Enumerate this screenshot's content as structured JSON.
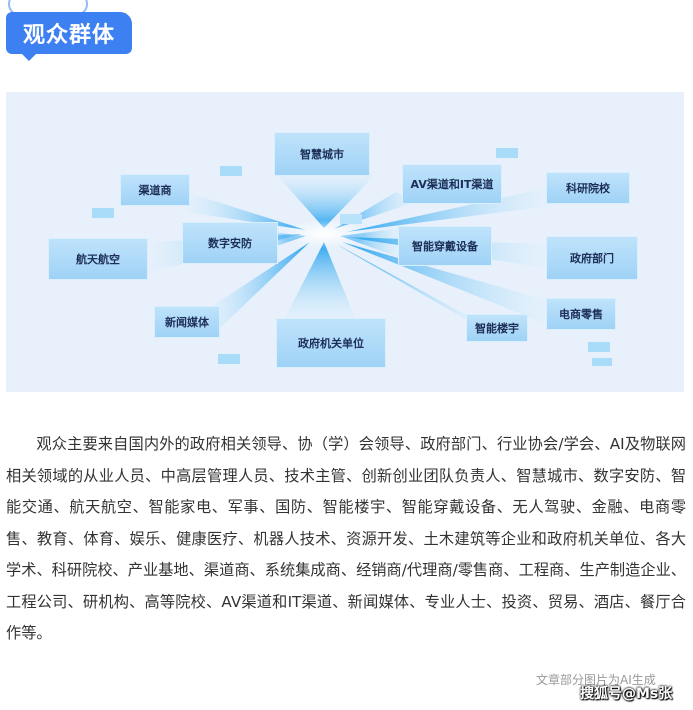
{
  "header": {
    "title": "观众群体"
  },
  "diagram": {
    "nodes": {
      "smart_city": "智慧城市",
      "channel_dealer": "渠道商",
      "av_it_channel": "AV渠道和IT渠道",
      "research_institute": "科研院校",
      "aerospace": "航天航空",
      "digital_security": "数字安防",
      "smart_wearables": "智能穿戴设备",
      "government_dept": "政府部门",
      "news_media": "新闻媒体",
      "gov_agency": "政府机关单位",
      "smart_building": "智能楼宇",
      "ecommerce_retail": "电商零售"
    }
  },
  "body": {
    "paragraph": "观众主要来自国内外的政府相关领导、协（学）会领导、政府部门、行业协会/学会、AI及物联网相关领域的从业人员、中高层管理人员、技术主管、创新创业团队负责人、智慧城市、数字安防、智能交通、航天航空、智能家电、军事、国防、智能楼宇、智能穿戴设备、无人驾驶、金融、电商零售、教育、体育、娱乐、健康医疗、机器人技术、资源开发、土木建筑等企业和政府机关单位、各大学术、科研院校、产业基地、渠道商、系统集成商、经销商/代理商/零售商、工程商、生产制造企业、工程公司、研机构、高等院校、AV渠道和IT渠道、新闻媒体、专业人士、投资、贸易、酒店、餐厅合作等。"
  },
  "footer": {
    "source_note": "文章部分图片为AI生成",
    "watermark": "搜狐号@Ms张"
  },
  "colors": {
    "accent": "#3d80f2",
    "diagram_bg": "#e8f1fb",
    "node_fill": "#a9d8f8",
    "ray": "#2ea8ee",
    "text": "#333333"
  }
}
